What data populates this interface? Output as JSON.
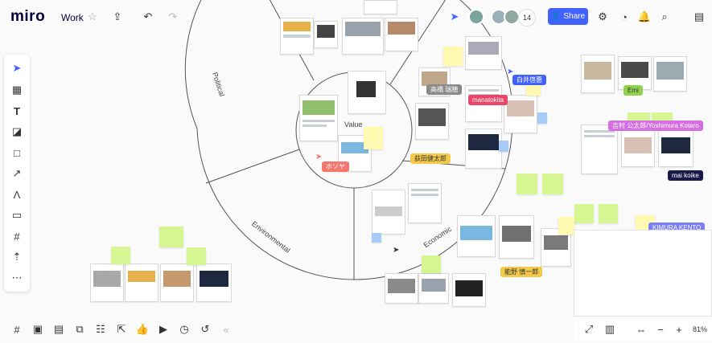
{
  "app": {
    "logo": "miro",
    "board_name": "Work",
    "share_label": "Share",
    "collaborator_count": "14",
    "zoom_level": "81%",
    "accent_color": "#4262ff"
  },
  "wheel": {
    "inner_label": "Value",
    "segments": [
      "Political",
      "Environmental",
      "Economic"
    ]
  },
  "cursors": [
    {
      "name": "白井啓惠",
      "color": "#4262ff"
    },
    {
      "name": "高橋 瑞穂",
      "color": "#8a8a8a"
    },
    {
      "name": "manatokita",
      "color": "#e8476a"
    },
    {
      "name": "荻田健太郎",
      "color": "#f4c94a"
    },
    {
      "name": "ホソヤ",
      "color": "#f4776f"
    },
    {
      "name": "能野 慎一郎",
      "color": "#f4c94a"
    },
    {
      "name": "Emi",
      "color": "#8fd14f"
    },
    {
      "name": "吉村 公太郎/Yoshimura Kotaro",
      "color": "#d56ee0"
    },
    {
      "name": "mai koike",
      "color": "#1a1a4a"
    },
    {
      "name": "KIMURA KENTO",
      "color": "#7b7ff5"
    }
  ],
  "icons": {
    "star": "star-icon",
    "upload": "upload-icon",
    "undo": "undo-icon",
    "redo": "redo-icon",
    "settings": "sliders-icon",
    "bell": "bell-icon",
    "search": "search-icon",
    "notes": "notes-icon"
  }
}
